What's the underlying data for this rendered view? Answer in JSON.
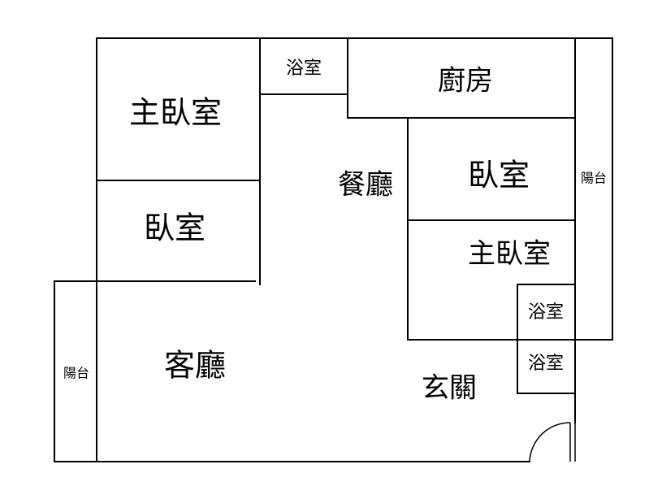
{
  "floor_plan": {
    "rooms": {
      "master_bedroom_left": "主臥室",
      "bedroom_left": "臥室",
      "bathroom_top": "浴室",
      "kitchen": "廚房",
      "dining_room": "餐廳",
      "bedroom_right": "臥室",
      "balcony_right": "陽台",
      "master_bedroom_right": "主臥室",
      "bathroom_right_upper": "浴室",
      "bathroom_right_lower": "浴室",
      "living_room": "客廳",
      "balcony_left": "陽台",
      "entrance": "玄關"
    }
  }
}
